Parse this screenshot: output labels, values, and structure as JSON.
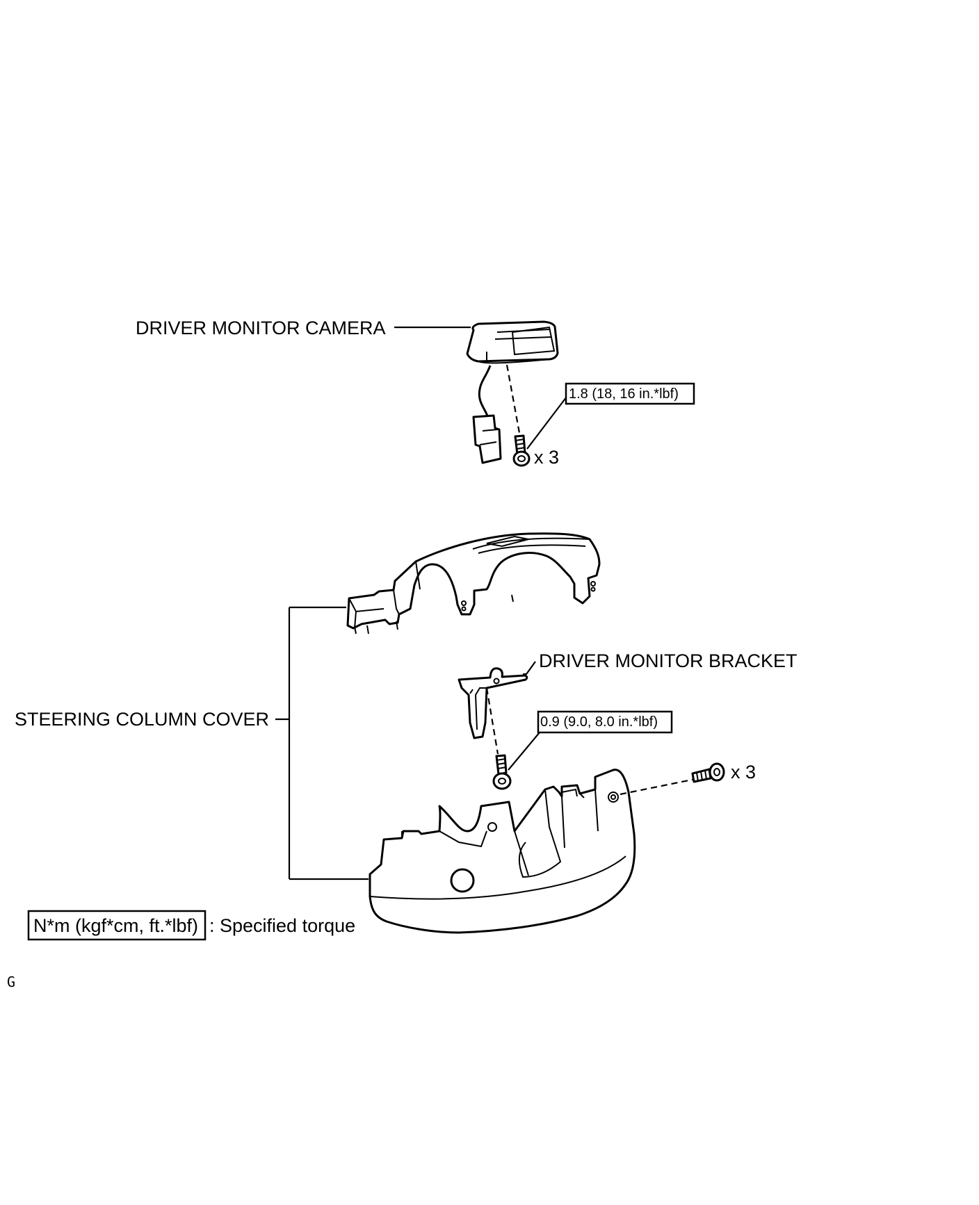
{
  "labels": {
    "camera": "DRIVER MONITOR CAMERA",
    "bracket": "DRIVER MONITOR BRACKET",
    "cover": "STEERING COLUMN COVER"
  },
  "torques": {
    "camera_screw": "1.8 (18, 16 in.*lbf)",
    "bracket_screw": "0.9 (9.0, 8.0 in.*lbf)"
  },
  "quantities": {
    "camera_screws": "x 3",
    "cover_screws": "x 3"
  },
  "legend": {
    "unit_box": "N*m (kgf*cm, ft.*lbf)",
    "description": ": Specified torque"
  },
  "footer_code": "G"
}
